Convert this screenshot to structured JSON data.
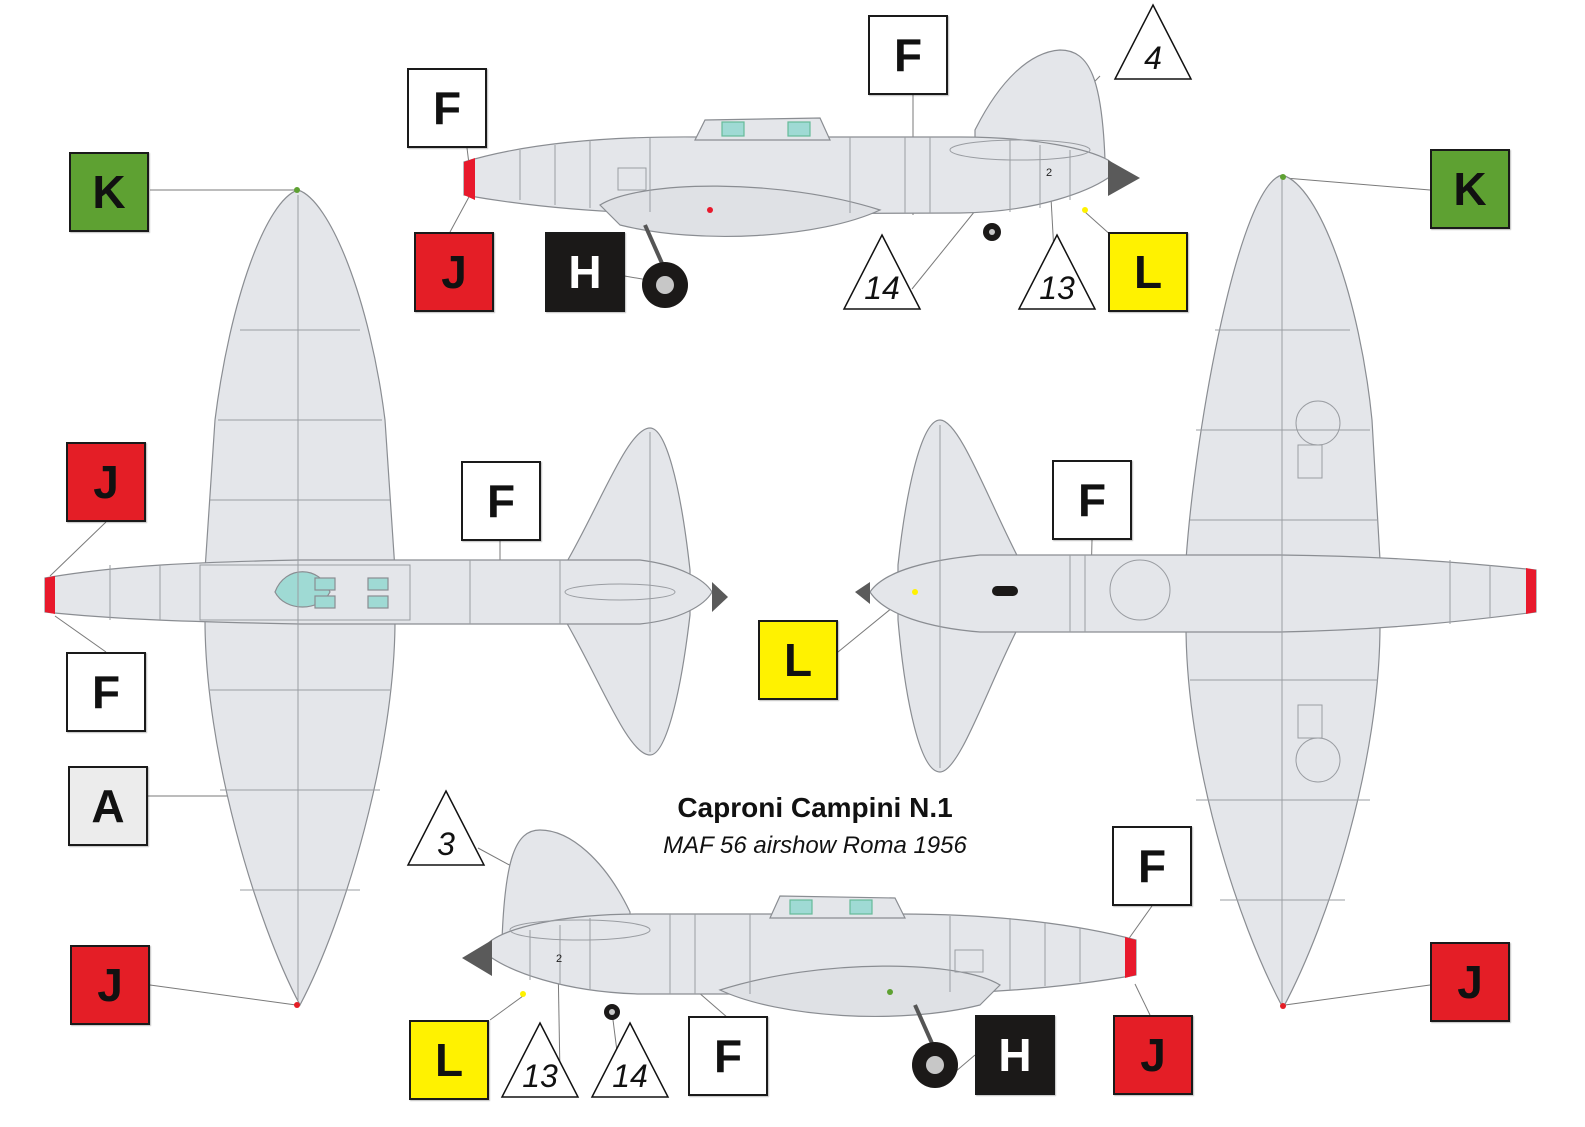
{
  "title": "Caproni Campini  N.1",
  "subtitle": "MAF 56 airshow Roma 1956",
  "colors": {
    "aircraft_base": "#e4e6ea",
    "panel_lines": "#8a8d92",
    "nose_red": "#e8192c",
    "K": "#5ea132",
    "J": "#e41e26",
    "L": "#fff200",
    "H": "#1b1918",
    "F": "#ffffff",
    "A": "#ececec",
    "canopy": "#9fdad4"
  },
  "markers": {
    "k_left": "K",
    "k_right": "K",
    "f_side_top_nose": "F",
    "f_side_top_mid": "F",
    "j_side_top": "J",
    "h_side_top": "H",
    "l_side_top": "L",
    "j_plan_left_nose": "J",
    "f_plan_left_nose": "F",
    "f_plan_left_tail": "F",
    "a_plan_left": "A",
    "j_plan_left_tip": "J",
    "f_plan_right_tail": "F",
    "l_plan_right": "L",
    "j_plan_right_tip": "J",
    "f_side_bottom_nose": "F",
    "j_side_bottom": "J",
    "h_side_bottom": "H",
    "l_side_bottom": "L",
    "f_side_bottom_mid": "F"
  },
  "triangles": {
    "t4_top": "4",
    "t14_top": "14",
    "t13_top": "13",
    "t3_bottom": "3",
    "t13_bottom": "13",
    "t14_bottom": "14"
  },
  "stencil": {
    "fuselage_code": "2"
  }
}
